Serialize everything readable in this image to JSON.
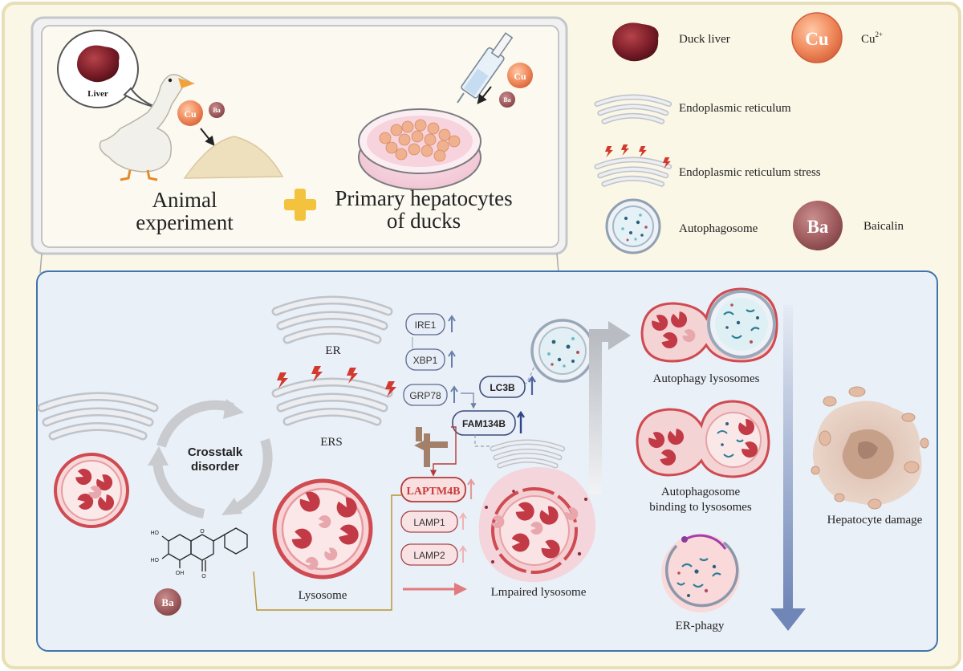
{
  "top_panel": {
    "liver_bubble_label": "Liver",
    "cu_symbol": "Cu",
    "ba_symbol": "Ba",
    "animal_title_line1": "Animal",
    "animal_title_line2": "experiment",
    "hepatocyte_title_line1": "Primary hepatocytes",
    "hepatocyte_title_line2": "of ducks"
  },
  "legend": {
    "duck_liver": "Duck liver",
    "cu_symbol": "Cu",
    "cu_label": "Cu",
    "cu_charge": "2+",
    "er": "Endoplasmic reticulum",
    "ers": "Endoplasmic reticulum stress",
    "autophagosome": "Autophagosome",
    "ba_symbol": "Ba",
    "baicalin": "Baicalin"
  },
  "mechanism": {
    "er_label": "ER",
    "ers_label": "ERS",
    "crosstalk_line1": "Crosstalk",
    "crosstalk_line2": "disorder",
    "lysosome_label": "Lysosome",
    "ba_symbol": "Ba",
    "oh_1": "HO",
    "oh_2": "HO",
    "oh_3": "OH",
    "keto_o": "O",
    "ring_o": "O",
    "markers": {
      "ire1": "IRE1",
      "xbp1": "XBP1",
      "grp78": "GRP78",
      "lc3b": "LC3B",
      "fam134b": "FAM134B",
      "laptm4b": "LAPTM4B",
      "lamp1": "LAMP1",
      "lamp2": "LAMP2"
    },
    "impaired_lysosome": "Lmpaired lysosome",
    "autophagy_lysosomes": "Autophagy lysosomes",
    "autophagosome_binding_line1": "Autophagosome",
    "autophagosome_binding_line2": "binding to lysosomes",
    "er_phagy": "ER-phagy",
    "hepatocyte_damage": "Hepatocyte damage"
  },
  "colors": {
    "outer_bg": "#fbf7e6",
    "outer_border": "#e7dfb5",
    "mechanism_bg": "#eaf0f8",
    "mechanism_border": "#3f75ad",
    "lysosome_red": "#cf4a51",
    "lysosome_fill": "#f7d8d9",
    "er_gray": "#c9ccd2",
    "arrow_blue": "#7a8fbd",
    "laptm4b_text": "#c83b3b"
  }
}
